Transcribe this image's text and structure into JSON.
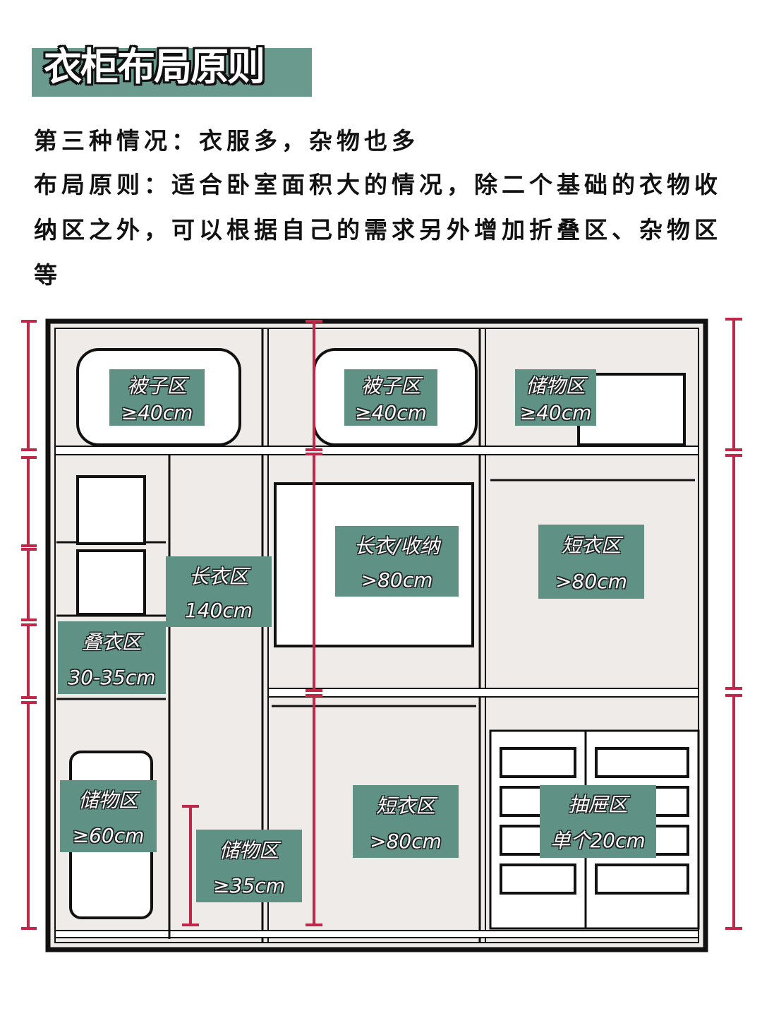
{
  "header": {
    "title": "衣柜布局原则"
  },
  "intro": {
    "case": "第三种情况：衣服多，杂物也多",
    "principle": "布局原则：适合卧室面积大的情况，除二个基础的衣物收纳区之外，可以根据自己的需求另外增加折叠区、杂物区等"
  },
  "colors": {
    "accent": "#5f9284",
    "measure": "#c0284a",
    "cabinet": "#efebe8"
  },
  "zones": [
    {
      "name": "被子区",
      "size": "≥40cm"
    },
    {
      "name": "被子区",
      "size": "≥40cm"
    },
    {
      "name": "储物区",
      "size": "≥40cm"
    },
    {
      "name": "长衣区",
      "size": "140cm"
    },
    {
      "name": "长衣/收纳",
      "size": ">80cm"
    },
    {
      "name": "短衣区",
      "size": ">80cm"
    },
    {
      "name": "叠衣区",
      "size": "30-35cm"
    },
    {
      "name": "储物区",
      "size": "≥60cm"
    },
    {
      "name": "储物区",
      "size": "≥35cm"
    },
    {
      "name": "短衣区",
      "size": ">80cm"
    },
    {
      "name": "抽屉区",
      "size": "单个20cm"
    }
  ]
}
